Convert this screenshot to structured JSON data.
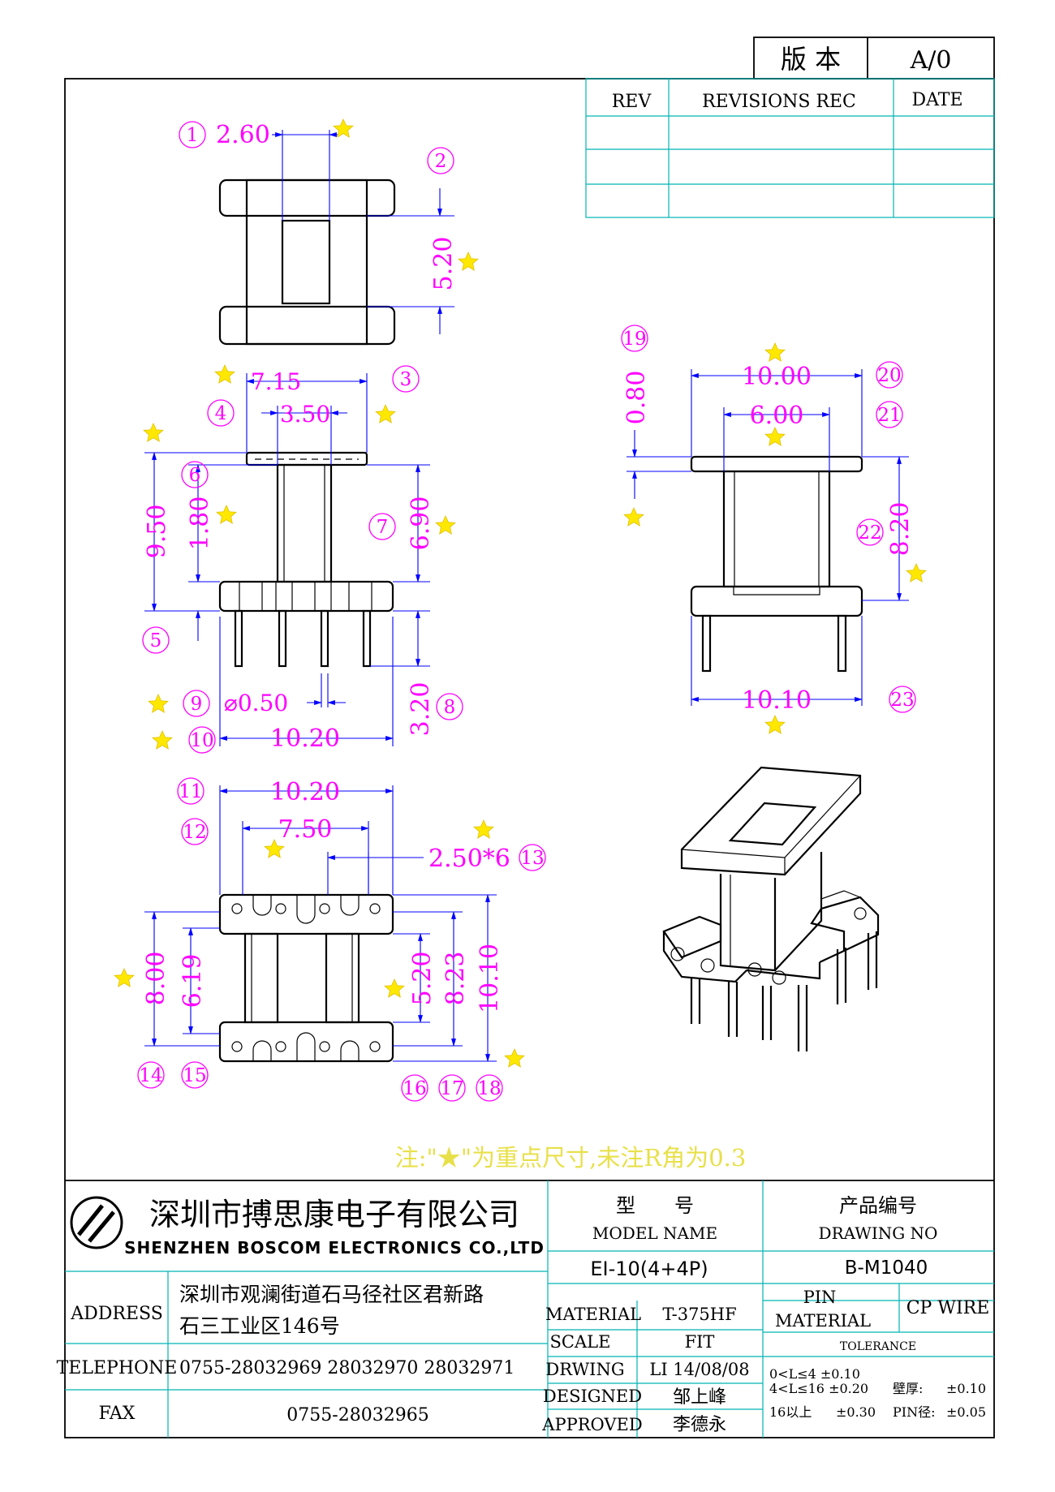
{
  "version_box": {
    "label": "版 本",
    "value": "A/0"
  },
  "revisions": {
    "headers": [
      "REV",
      "REVISIONS REC",
      "DATE"
    ]
  },
  "dimensions": {
    "d1": "2.60",
    "d2": "5.20",
    "d3": "7.15",
    "d4": "3.50",
    "d5": "9.50",
    "d6": "1.80",
    "d7": "6.90",
    "d8": "3.20",
    "d9": "⌀0.50",
    "d10": "10.20",
    "d11": "10.20",
    "d12": "7.50",
    "d13": "2.50*6",
    "d14": "8.00",
    "d15": "6.19",
    "d16": "5.20",
    "d17": "8.23",
    "d18": "10.10",
    "d19": "0.80",
    "d20": "10.00",
    "d21": "6.00",
    "d22": "8.20",
    "d23": "10.10"
  },
  "balloons": [
    "1",
    "2",
    "3",
    "4",
    "5",
    "6",
    "7",
    "8",
    "9",
    "10",
    "11",
    "12",
    "13",
    "14",
    "15",
    "16",
    "17",
    "18",
    "19",
    "20",
    "21",
    "22",
    "23"
  ],
  "note": "注:\"★\"为重点尺寸,未注R角为0.3",
  "company": {
    "name_cn": "深圳市搏思康电子有限公司",
    "name_en": "SHENZHEN BOSCOM ELECTRONICS CO.,LTD",
    "address_label": "ADDRESS",
    "address_line1": "深圳市观澜街道石马径社区君新路",
    "address_line2": "石三工业区146号",
    "telephone_label": "TELEPHONE",
    "telephone": "0755-28032969 28032970 28032971",
    "fax_label": "FAX",
    "fax": "0755-28032965"
  },
  "model": {
    "label_cn": "型　　号",
    "label_en": "MODEL NAME",
    "value": "EI-10(4+4P)"
  },
  "drawing_no": {
    "label_cn": "产品编号",
    "label_en": "DRAWING NO",
    "value": "B-M1040"
  },
  "specs": [
    {
      "label": "MATERIAL",
      "value": "T-375HF"
    },
    {
      "label": "SCALE",
      "value": "FIT"
    },
    {
      "label": "DRWING",
      "value": "LI 14/08/08"
    },
    {
      "label": "DESIGNED",
      "value": "邹上峰"
    },
    {
      "label": "APPROVED",
      "value": "李德永"
    }
  ],
  "pin_material": {
    "label1": "PIN",
    "label2": "MATERIAL",
    "value": "CP WIRE"
  },
  "tolerance": {
    "title": "TOLERANCE",
    "row1": "0<L≤4  ±0.10",
    "row2a": "4<L≤16  ±0.20",
    "row2b": "壁厚:",
    "row2c": "±0.10",
    "row3a": "16以上",
    "row3b": "±0.30",
    "row3c": "PIN径:",
    "row3d": "±0.05"
  },
  "colors": {
    "dimension": "#ff00ff",
    "dim_line": "#0000ff",
    "star": "#ffe800",
    "note": "#e8e04a",
    "table_line": "#00b4b4"
  }
}
